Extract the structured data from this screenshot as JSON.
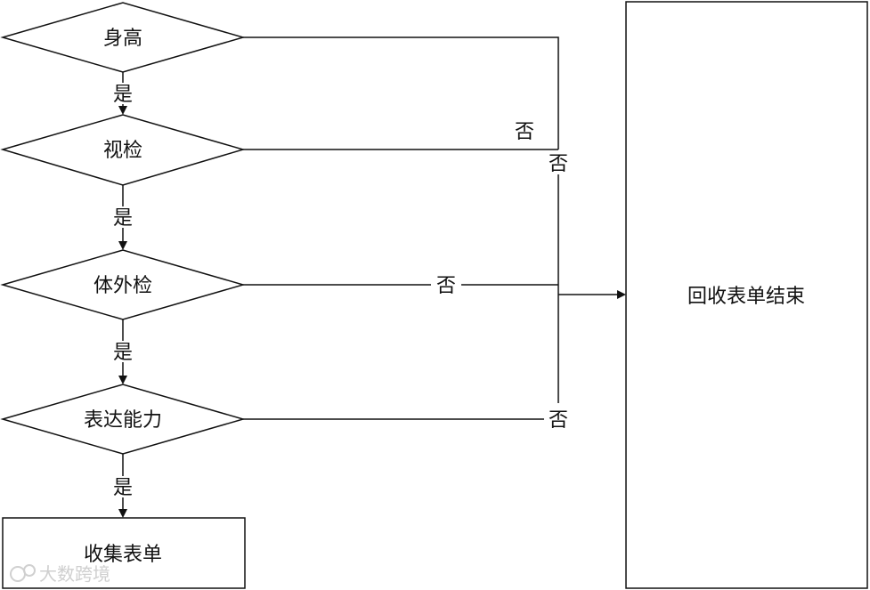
{
  "nodes": {
    "height": "身高",
    "vision": "视检",
    "physical": "体外检",
    "expression": "表达能力",
    "collect": "收集表单",
    "recycle": "回收表单结束"
  },
  "edge_labels": {
    "yes_1": "是",
    "yes_2": "是",
    "yes_3": "是",
    "yes_4": "是",
    "no_height": "否",
    "no_vision": "否",
    "no_physical": "否",
    "no_expression": "否"
  },
  "watermark": "大数跨境"
}
